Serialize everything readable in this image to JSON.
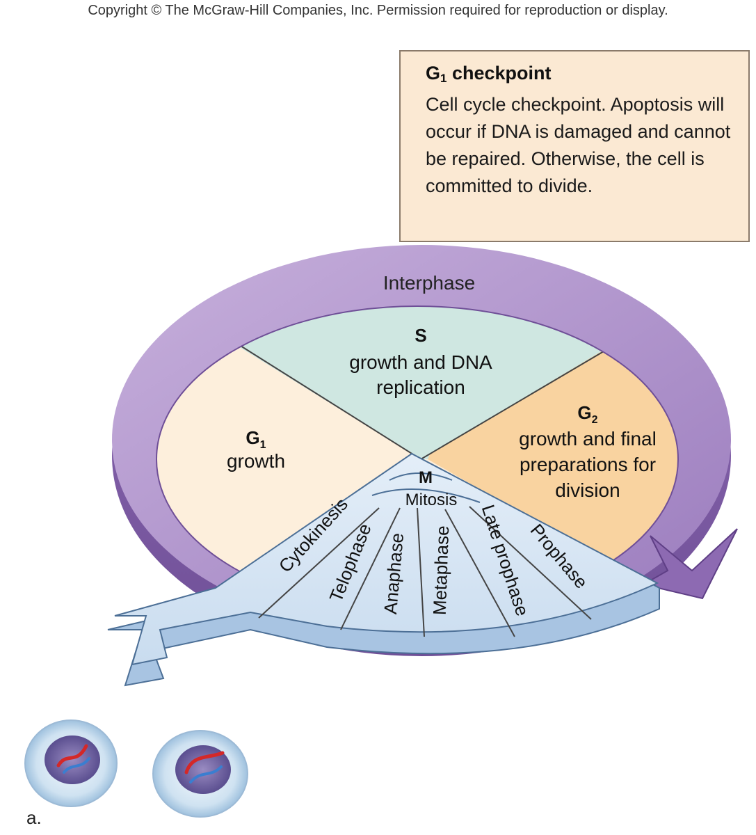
{
  "copyright": "Copyright © The McGraw-Hill Companies, Inc. Permission required for reproduction or display.",
  "checkpoint": {
    "title_main": "G",
    "title_sub": "1",
    "title_rest": " checkpoint",
    "text": "Cell cycle checkpoint. Apoptosis will occur if DNA is damaged and cannot be repaired. Otherwise, the cell is committed to divide."
  },
  "cycle": {
    "interphase": "Interphase",
    "s_title": "S",
    "s_line1": "growth and DNA",
    "s_line2": "replication",
    "g1_title": "G",
    "g1_sub": "1",
    "g1_desc": "growth",
    "g2_title": "G",
    "g2_sub": "2",
    "g2_line1": "growth and final",
    "g2_line2": "preparations for",
    "g2_line3": "division",
    "m_title": "M",
    "mitosis": "Mitosis",
    "phases": [
      "Cytokinesis",
      "Telophase",
      "Anaphase",
      "Metaphase",
      "Late prophase",
      "Prophase"
    ]
  },
  "figure_label": "a.",
  "colors": {
    "interphase_ring": "#a98cc8",
    "s_phase": "#cfe7e1",
    "g1_phase": "#fdefdc",
    "g2_phase": "#f9d3a0",
    "mitosis": "#d8e6f3",
    "callout_bg": "#fbe9d3"
  }
}
